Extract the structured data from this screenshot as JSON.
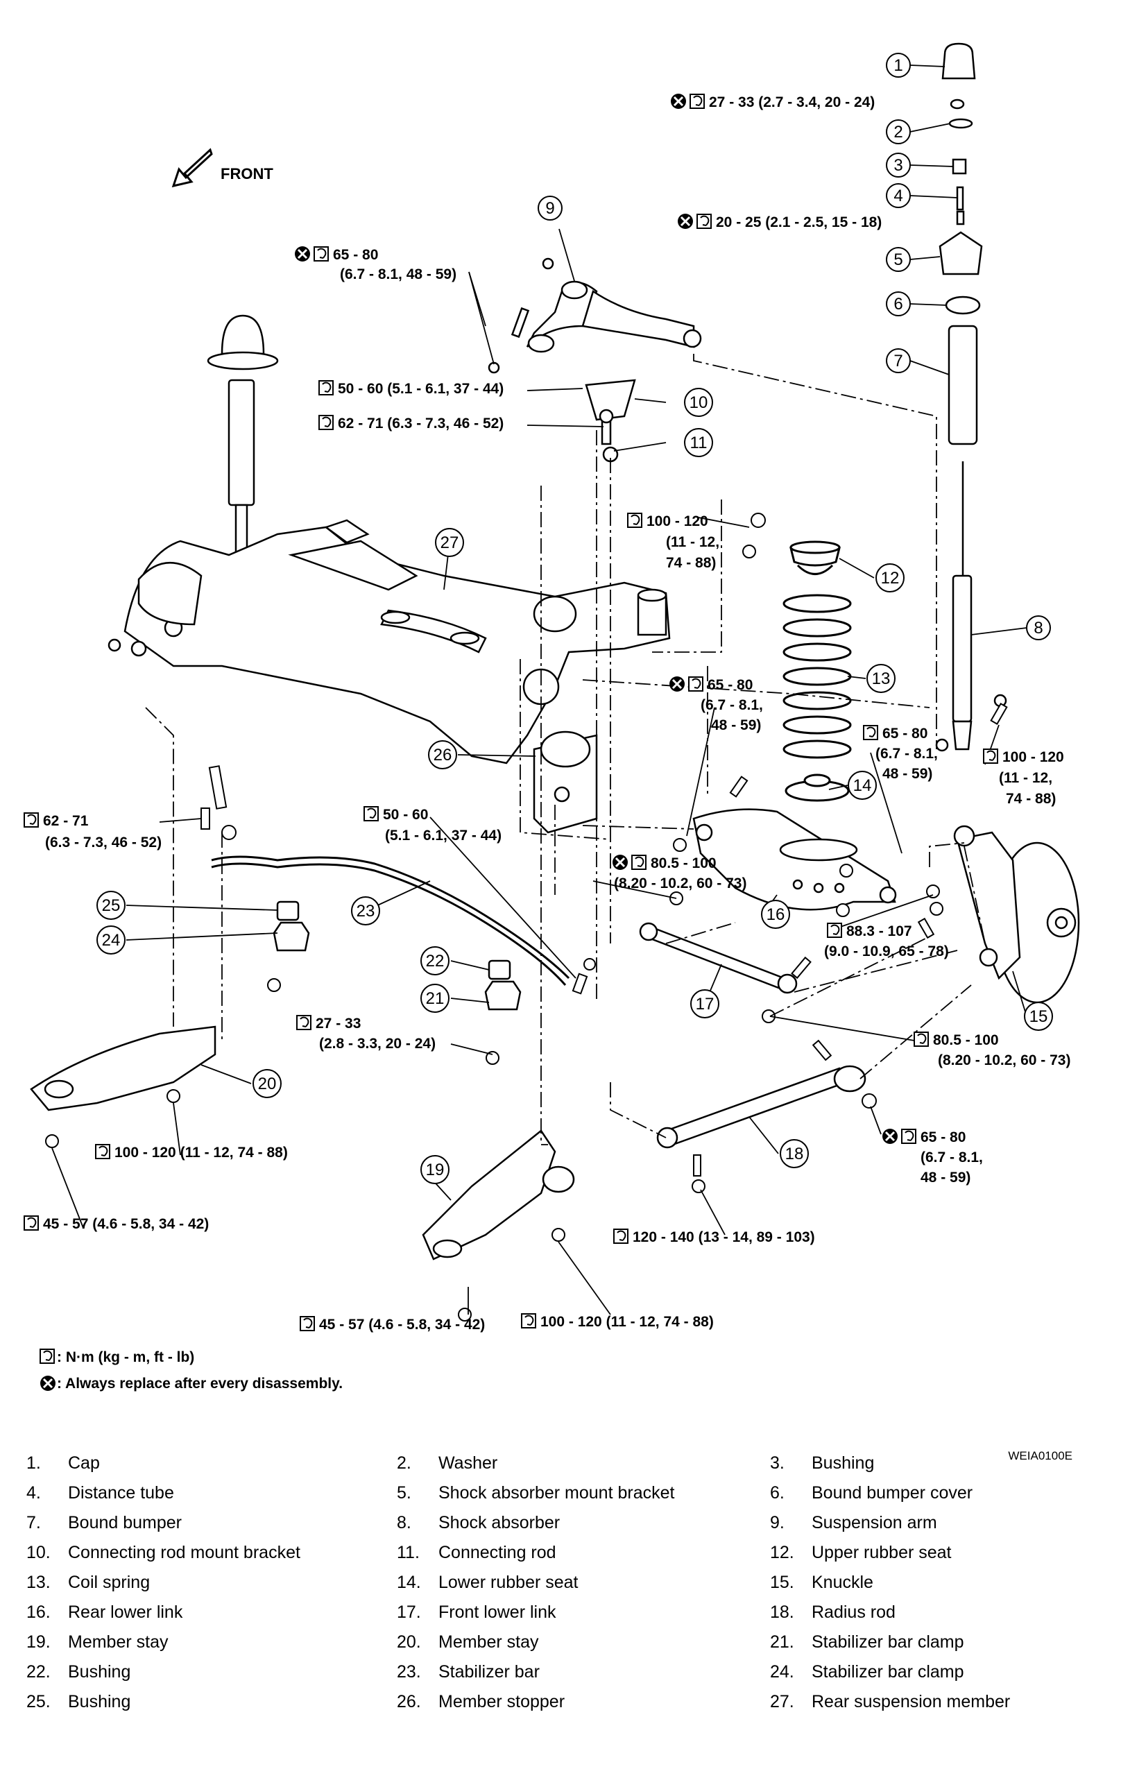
{
  "diagram": {
    "front_label": "FRONT",
    "figure_id": "WEIA0100E",
    "callouts": [
      "1",
      "2",
      "3",
      "4",
      "5",
      "6",
      "7",
      "8",
      "9",
      "10",
      "11",
      "12",
      "13",
      "14",
      "15",
      "16",
      "17",
      "18",
      "19",
      "20",
      "21",
      "22",
      "23",
      "24",
      "25",
      "26",
      "27"
    ],
    "torques": [
      {
        "id": "t1",
        "lines": [
          "27 - 33 (2.7 - 3.4, 20 - 24)"
        ],
        "replace": true
      },
      {
        "id": "t2",
        "lines": [
          "20 - 25 (2.1 - 2.5, 15 - 18)"
        ],
        "replace": true
      },
      {
        "id": "t3",
        "lines": [
          "65 - 80",
          "(6.7 - 8.1, 48 - 59)"
        ],
        "replace": true
      },
      {
        "id": "t4",
        "lines": [
          "50 - 60 (5.1 - 6.1, 37 - 44)"
        ],
        "replace": false
      },
      {
        "id": "t5",
        "lines": [
          "62 - 71 (6.3 - 7.3, 46 - 52)"
        ],
        "replace": false
      },
      {
        "id": "t6",
        "lines": [
          "100 - 120",
          "(11 - 12,",
          "74 - 88)"
        ],
        "replace": false
      },
      {
        "id": "t7",
        "lines": [
          "65 - 80",
          "(6.7 - 8.1,",
          "48 - 59)"
        ],
        "replace": true
      },
      {
        "id": "t8",
        "lines": [
          "65 - 80",
          "(6.7 - 8.1,",
          "48 - 59)"
        ],
        "replace": false
      },
      {
        "id": "t9",
        "lines": [
          "100 - 120",
          "(11 - 12,",
          "74 - 88)"
        ],
        "replace": false
      },
      {
        "id": "t10",
        "lines": [
          "62 - 71",
          "(6.3 - 7.3, 46 - 52)"
        ],
        "replace": false
      },
      {
        "id": "t11",
        "lines": [
          "50 - 60",
          "(5.1 - 6.1, 37 - 44)"
        ],
        "replace": false
      },
      {
        "id": "t12",
        "lines": [
          "80.5 - 100",
          "(8.20 - 10.2, 60 - 73)"
        ],
        "replace": true
      },
      {
        "id": "t13",
        "lines": [
          "88.3 - 107",
          "(9.0 - 10.9, 65 - 78)"
        ],
        "replace": false
      },
      {
        "id": "t14",
        "lines": [
          "27 - 33",
          "(2.8 - 3.3, 20 - 24)"
        ],
        "replace": false
      },
      {
        "id": "t15",
        "lines": [
          "80.5 - 100",
          "(8.20 - 10.2, 60 - 73)"
        ],
        "replace": false
      },
      {
        "id": "t16",
        "lines": [
          "100 - 120 (11 - 12, 74 - 88)"
        ],
        "replace": false
      },
      {
        "id": "t17",
        "lines": [
          "65 - 80",
          "(6.7 - 8.1,",
          "48 - 59)"
        ],
        "replace": true
      },
      {
        "id": "t18",
        "lines": [
          "45 - 57 (4.6 - 5.8, 34 - 42)"
        ],
        "replace": false
      },
      {
        "id": "t19",
        "lines": [
          "120 - 140 (13 - 14, 89 - 103)"
        ],
        "replace": false
      },
      {
        "id": "t20",
        "lines": [
          "45 - 57 (4.6 - 5.8, 34 - 42)"
        ],
        "replace": false
      },
      {
        "id": "t21",
        "lines": [
          "100 - 120 (11 - 12, 74 - 88)"
        ],
        "replace": false
      }
    ],
    "legend": {
      "torque_unit": ": N·m (kg - m, ft - lb)",
      "replace_note": ": Always replace after every disassembly."
    }
  },
  "parts": [
    {
      "num": "1.",
      "name": "Cap"
    },
    {
      "num": "2.",
      "name": "Washer"
    },
    {
      "num": "3.",
      "name": "Bushing"
    },
    {
      "num": "4.",
      "name": "Distance tube"
    },
    {
      "num": "5.",
      "name": "Shock absorber mount bracket"
    },
    {
      "num": "6.",
      "name": "Bound bumper cover"
    },
    {
      "num": "7.",
      "name": "Bound bumper"
    },
    {
      "num": "8.",
      "name": "Shock absorber"
    },
    {
      "num": "9.",
      "name": "Suspension arm"
    },
    {
      "num": "10.",
      "name": "Connecting rod mount bracket"
    },
    {
      "num": "11.",
      "name": "Connecting rod"
    },
    {
      "num": "12.",
      "name": "Upper rubber seat"
    },
    {
      "num": "13.",
      "name": "Coil spring"
    },
    {
      "num": "14.",
      "name": "Lower rubber seat"
    },
    {
      "num": "15.",
      "name": "Knuckle"
    },
    {
      "num": "16.",
      "name": "Rear lower link"
    },
    {
      "num": "17.",
      "name": "Front lower link"
    },
    {
      "num": "18.",
      "name": "Radius rod"
    },
    {
      "num": "19.",
      "name": "Member stay"
    },
    {
      "num": "20.",
      "name": "Member stay"
    },
    {
      "num": "21.",
      "name": "Stabilizer bar clamp"
    },
    {
      "num": "22.",
      "name": "Bushing"
    },
    {
      "num": "23.",
      "name": "Stabilizer bar"
    },
    {
      "num": "24.",
      "name": "Stabilizer bar clamp"
    },
    {
      "num": "25.",
      "name": "Bushing"
    },
    {
      "num": "26.",
      "name": "Member stopper"
    },
    {
      "num": "27.",
      "name": "Rear suspension member"
    }
  ]
}
